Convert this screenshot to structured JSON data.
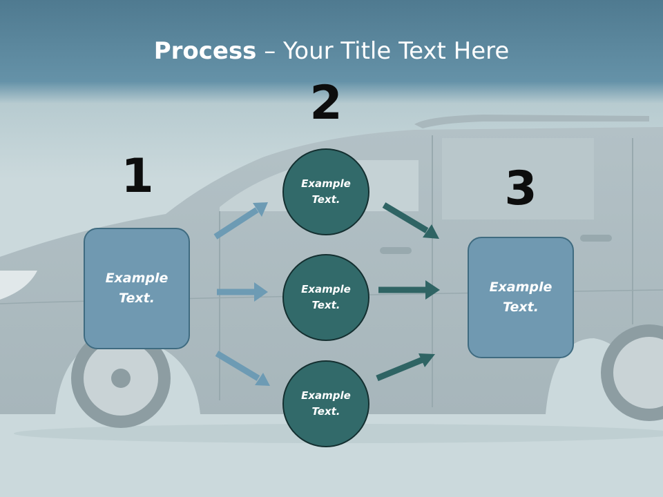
{
  "title": {
    "bold": "Process",
    "rest": " – Your Title Text Here"
  },
  "steps": [
    {
      "number": "1",
      "text": "Example Text."
    },
    {
      "number": "2",
      "text": "Example Text."
    },
    {
      "number": "3",
      "text": "Example Text."
    }
  ],
  "middle_circles": [
    {
      "text": "Example Text."
    },
    {
      "text": "Example Text."
    },
    {
      "text": "Example Text."
    }
  ],
  "colors": {
    "box_fill": "#7099b1",
    "circle_fill": "#326a6a",
    "arrow_light": "#6d9bb4",
    "arrow_dark": "#2f6464"
  }
}
